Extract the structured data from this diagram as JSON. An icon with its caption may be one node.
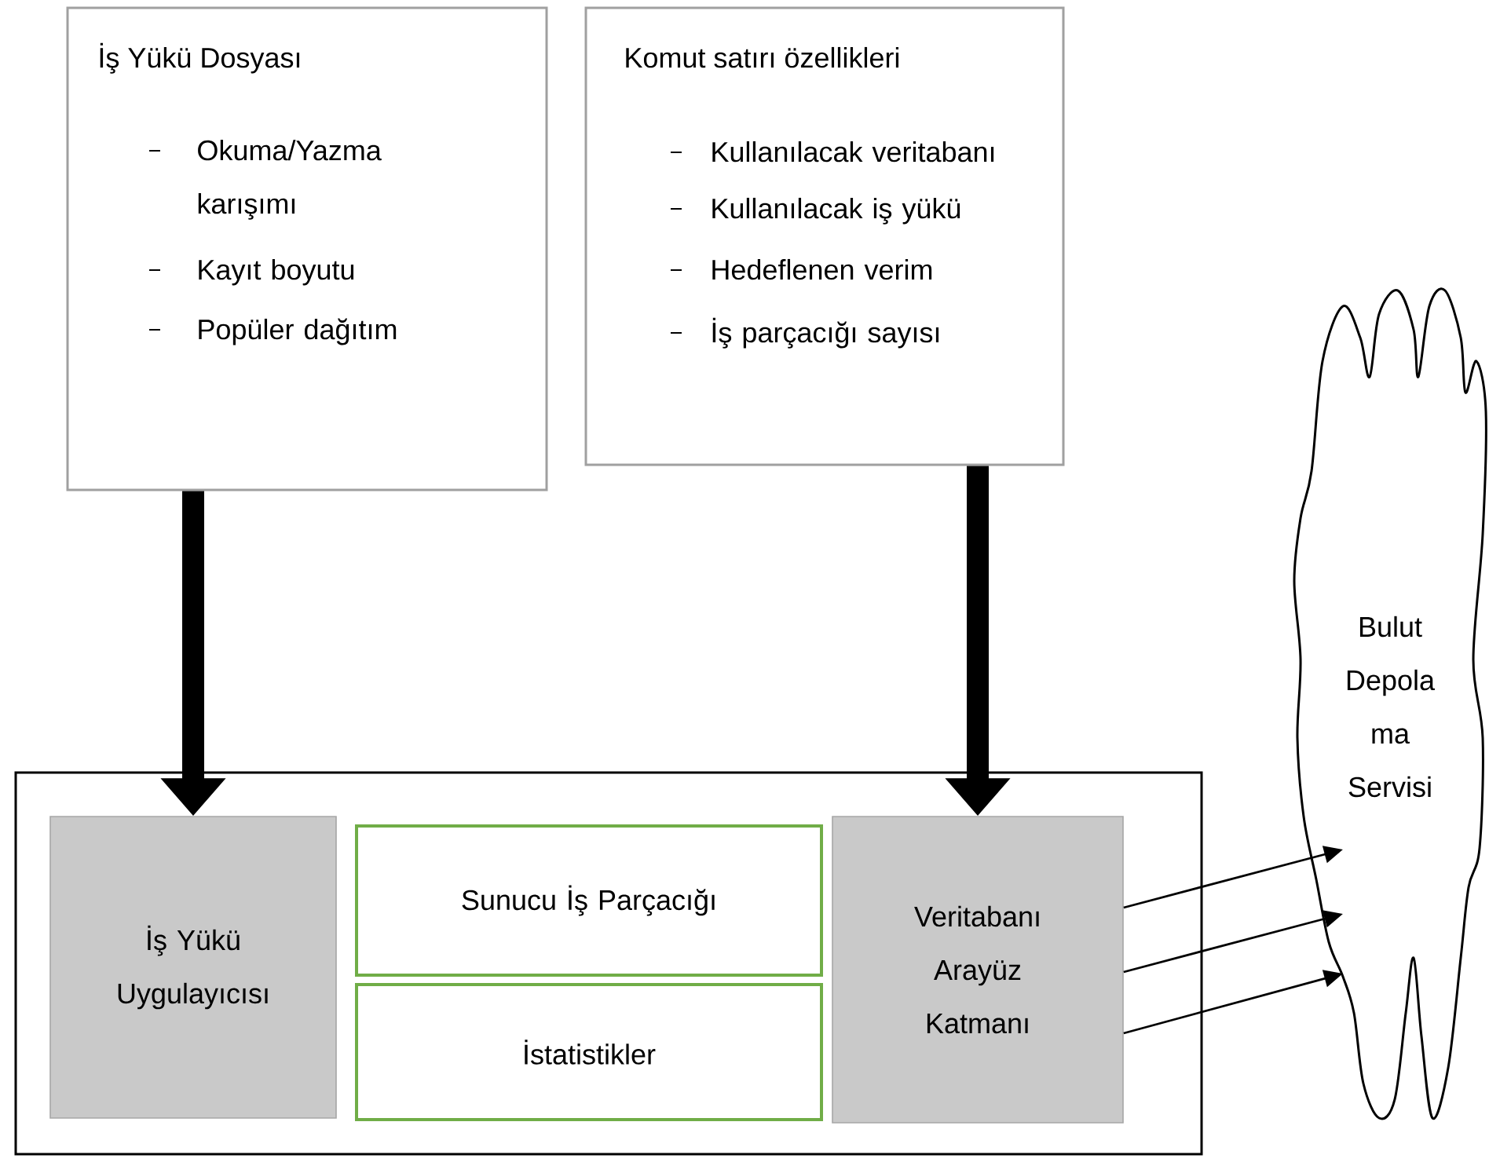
{
  "diagram": {
    "nodes": [
      {
        "text": [
          "İş Yükü Dosyası",
          "Okuma/Yazma karışımı",
          "Kayıt boyutu",
          "Popüler dağıtım"
        ]
      },
      {
        "text": [
          "Komut satırı özellikleri",
          "Kullanılacak veritabanı",
          "Kullanılacak iş yükü",
          "Hedeflenen verim",
          "İş parçacığı sayısı"
        ]
      },
      {
        "text": [
          "Bulut Depola ma Servisi"
        ]
      },
      {
        "text": [],
        "shape": "box"
      },
      {
        "text": [
          "İş Yükü Uygulayıcısı"
        ],
        "in": 3
      },
      {
        "text": [
          "Sunucu İş Parçacığı"
        ],
        "in": 3
      },
      {
        "text": [
          "İstatistikler"
        ],
        "in": 3
      },
      {
        "text": [
          "Veritabanı Arayüz Katmanı"
        ],
        "in": 3
      }
    ],
    "edges": [
      {
        "from": 0,
        "to": 4,
        "arrow": "to",
        "style": "thick"
      },
      {
        "from": 1,
        "to": 7,
        "arrow": "to",
        "style": "thick"
      },
      {
        "from": 7,
        "to": 2,
        "arrow": "to"
      },
      {
        "from": 7,
        "to": 2,
        "arrow": "to"
      },
      {
        "from": 7,
        "to": 2,
        "arrow": "to"
      }
    ]
  }
}
